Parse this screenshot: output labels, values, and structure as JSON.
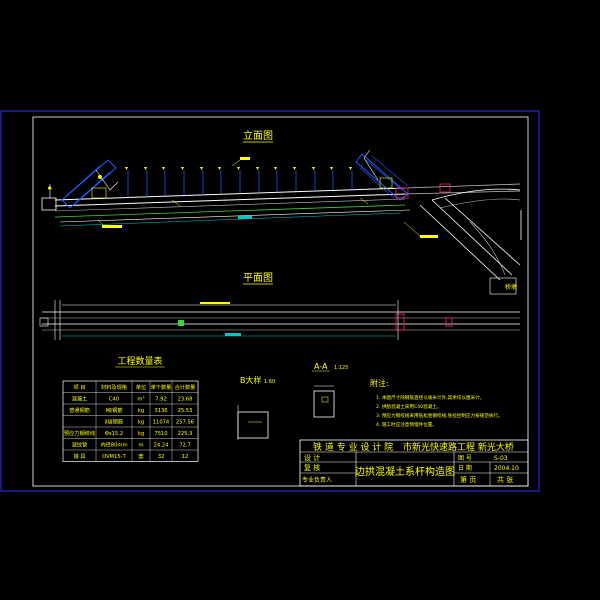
{
  "drawing": {
    "elevation_title": "立面图",
    "plan_title": "平面图",
    "table_title": "工程数量表",
    "detail_b_title": "B大样",
    "detail_b_scale": "1:60",
    "section_title": "A-A",
    "section_scale": "1:125",
    "notes_title": "附注:",
    "end_label": "桥墩"
  },
  "quantity_table": {
    "headers": [
      "项 目",
      "材料及规格",
      "单位",
      "单个数量",
      "合计数量"
    ],
    "rows": [
      [
        "混凝土",
        "C40",
        "m³",
        "7.92",
        "23.68"
      ],
      [
        "普通钢筋",
        "Ⅰ级钢筋",
        "kg",
        "3136",
        "25.53"
      ],
      [
        "",
        "Ⅱ级钢筋",
        "kg",
        "11074",
        "257.56"
      ],
      [
        "预应力钢绞线",
        "Φs15.2",
        "kg",
        "7510",
        "225.3"
      ],
      [
        "波纹管",
        "内径80mm",
        "m",
        "24.24",
        "72.7"
      ],
      [
        "锚 具",
        "OVM15-7",
        "套",
        "32",
        "12"
      ]
    ]
  },
  "notes": [
    "1. 本图尺寸除钢筋直径以毫米计外,其余均以厘米计。",
    "2. 拱肋混凝土采用C40混凝土。",
    "3. 预应力钢绞线采用低松弛钢绞线,张拉控制应力按规范执行。",
    "4. 施工时应注意预埋件位置。"
  ],
  "title_block": {
    "company": "铁 道 专 业 设 计 院",
    "project": "市新光快速路工程 新光大桥",
    "drawing_title": "边拱混凝土系杆构造图",
    "designed_label": "设 计",
    "checked_label": "复 核",
    "responsible_label": "专业负责人",
    "drawing_no_label": "图 号",
    "drawing_no": "S-03",
    "date_label": "日 期",
    "date": "2004.10",
    "sheet_label": "第 页",
    "total_label": "共 张"
  },
  "colors": {
    "background": "#000000",
    "frame": "#3030ff",
    "inner_frame": "#ffffff",
    "structure": "#ffffff",
    "accent": "#ffff00",
    "dim": "#00c8c8",
    "rebar": "#2060ff",
    "highlight": "#ff2060"
  }
}
